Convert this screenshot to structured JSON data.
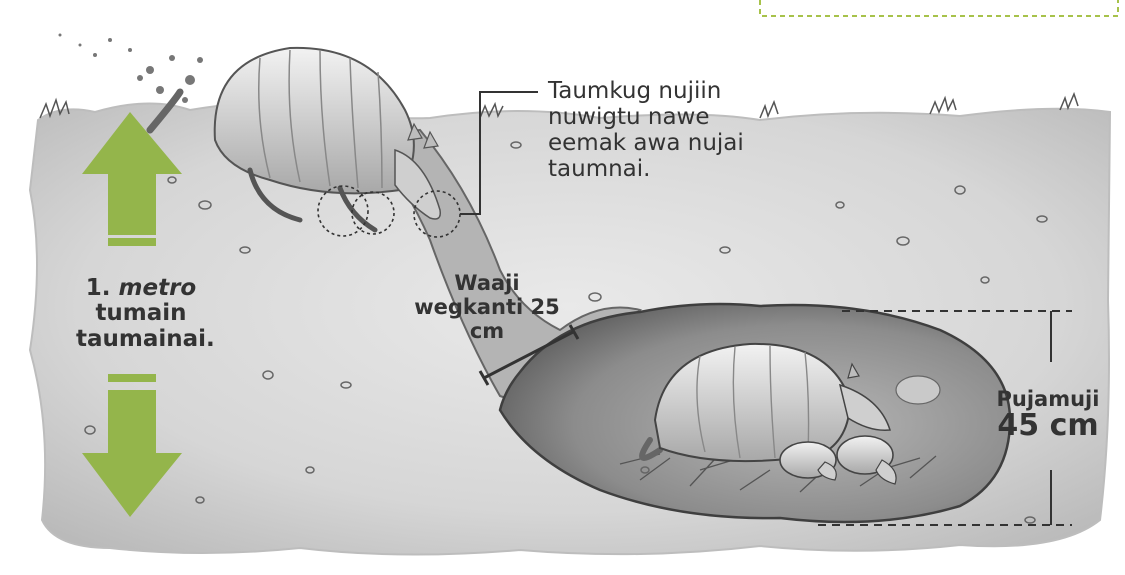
{
  "callout": {
    "lines": [
      "Taumkug nujiin",
      "nuwigtu nawe",
      "eemak  awa nujai",
      "taumnai."
    ]
  },
  "depth_label": {
    "number": "1.",
    "unit": "metro",
    "line2": "tumain",
    "line3": "taumainai."
  },
  "tunnel_width_label": {
    "lines": [
      "Waaji",
      "wegkanti 25",
      "cm"
    ]
  },
  "chamber_height_label": {
    "word": "Pujamuji",
    "value": "45 cm"
  },
  "colors": {
    "arrow_green": "#94b54b",
    "soil_gray": "#dcdcdc",
    "chamber_gray": "#9a9a9a",
    "text": "#333333",
    "dashed_box_green": "#a7c24a"
  },
  "icons": [
    "armadillo-digging-icon",
    "armadillo-mother-icon",
    "armadillo-baby-icon",
    "up-arrow-icon",
    "down-arrow-icon",
    "grass-icon"
  ]
}
